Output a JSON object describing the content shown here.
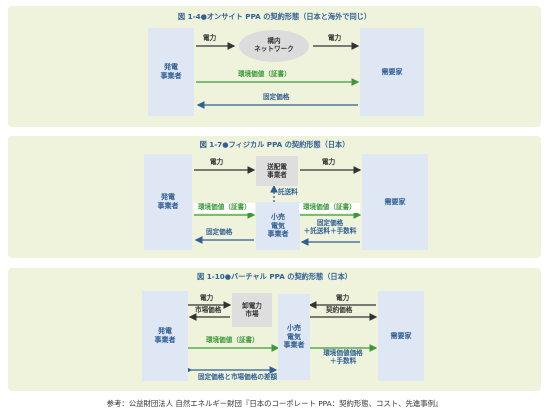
{
  "colors": {
    "panel_bg": "#f0f3dc",
    "box_blue": "#dfe6f4",
    "text_blue": "#2f5f93",
    "arrow_black": "#333333",
    "arrow_green": "#3a9a3a",
    "arrow_blue": "#2f5f93",
    "gray_box": "#dedede"
  },
  "panel1": {
    "title": "図 1-4●オンサイト PPA の契約形態（日本と海外で同じ）",
    "generator": "発電\n事業者",
    "customer": "需要家",
    "network": "構内\nネットワーク",
    "power_left": "電力",
    "power_right": "電力",
    "env_value": "環境価値（証書）",
    "fixed_price": "固定価格"
  },
  "panel2": {
    "title": "図 1-7●フィジカル PPA の契約形態（日本）",
    "generator": "発電\n事業者",
    "customer": "需要家",
    "transmission": "送配電\n事業者",
    "retailer": "小売\n電気\n事業者",
    "power_left": "電力",
    "power_right": "電力",
    "wheeling": "託送料",
    "env_left": "環境価値（証書）",
    "env_right": "環境価値（証書）",
    "fixed_left": "固定価格",
    "fixed_right": "固定価格\n＋託送料＋手数料"
  },
  "panel3": {
    "title": "図 1-10●バーチャル PPA の契約形態（日本）",
    "generator": "発電\n事業者",
    "customer": "需要家",
    "market": "卸電力\n市場",
    "retailer": "小売\n電気\n事業者",
    "power_left": "電力",
    "market_price_left": "市場価格",
    "power_right": "電力",
    "contract_price": "契約価格",
    "env_left": "環境価値（証書）",
    "env_right": "環境価値価格\n＋手数料",
    "diff": "固定価格と市場価格の差額"
  },
  "caption": "参考：公益財団法人 自然エネルギー財団『日本のコーポレート PPA：契約形態、コスト、先進事例』"
}
